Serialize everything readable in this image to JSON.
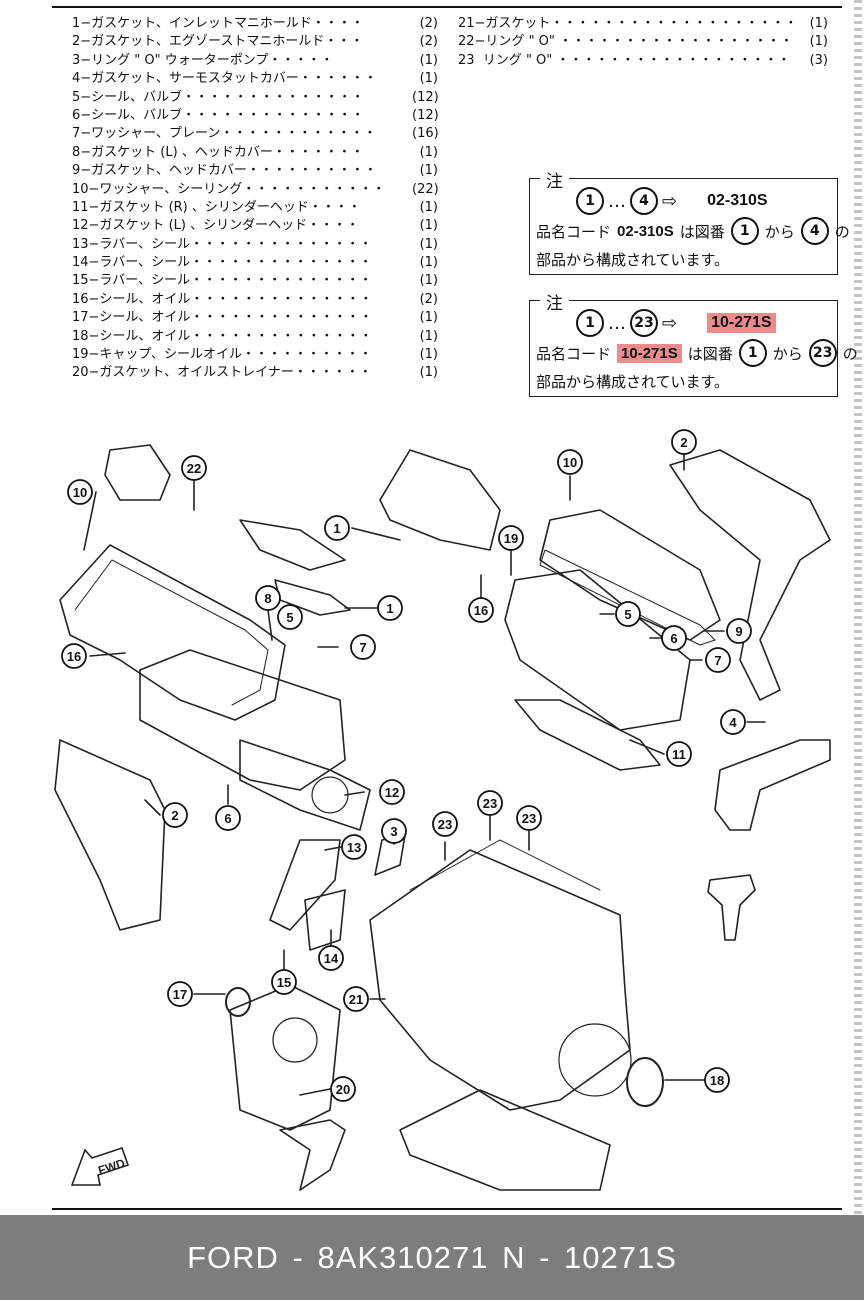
{
  "parts_list": {
    "col1": [
      {
        "text": "1−ガスケット、インレットマニホールド・・・・",
        "qty": "(2)"
      },
      {
        "text": "2−ガスケット、エグゾーストマニホールド・・・",
        "qty": "(2)"
      },
      {
        "text": "3−リング \" O\" ウォーターポンプ・・・・・",
        "qty": "(1)"
      },
      {
        "text": "4−ガスケット、サーモスタットカバー・・・・・・",
        "qty": "(1)"
      },
      {
        "text": "5−シール、バルブ・・・・・・・・・・・・・・",
        "qty": "(12)"
      },
      {
        "text": "6−シール、バルブ・・・・・・・・・・・・・・",
        "qty": "(12)"
      },
      {
        "text": "7−ワッシャー、プレーン・・・・・・・・・・・・",
        "qty": "(16)"
      },
      {
        "text": "8−ガスケット (L) 、ヘッドカバー・・・・・・・",
        "qty": "(1)"
      },
      {
        "text": "9−ガスケット、ヘッドカバー・・・・・・・・・・",
        "qty": "(1)"
      },
      {
        "text": "10−ワッシャー、シーリング・・・・・・・・・・・",
        "qty": "(22)"
      },
      {
        "text": "11−ガスケット (R) 、シリンダーヘッド・・・・",
        "qty": "(1)"
      },
      {
        "text": "12−ガスケット (L) 、シリンダーヘッド・・・・",
        "qty": "(1)"
      },
      {
        "text": "13−ラバー、シール・・・・・・・・・・・・・・",
        "qty": "(1)"
      },
      {
        "text": "14−ラバー、シール・・・・・・・・・・・・・・",
        "qty": "(1)"
      },
      {
        "text": "15−ラバー、シール・・・・・・・・・・・・・・",
        "qty": "(1)"
      },
      {
        "text": "16−シール、オイル・・・・・・・・・・・・・・",
        "qty": "(2)"
      },
      {
        "text": "17−シール、オイル・・・・・・・・・・・・・・",
        "qty": "(1)"
      },
      {
        "text": "18−シール、オイル・・・・・・・・・・・・・・",
        "qty": "(1)"
      },
      {
        "text": "19−キャップ、シールオイル・・・・・・・・・・",
        "qty": "(1)"
      },
      {
        "text": "20−ガスケット、オイルストレイナー・・・・・・",
        "qty": "(1)"
      }
    ],
    "col2": [
      {
        "text": "21−ガスケット・・・・・・・・・・・・・・・・・・・・・・",
        "qty": "(1)"
      },
      {
        "text": "22−リング \" O\" ・・・・・・・・・・・・・・・・・・",
        "qty": "(1)"
      },
      {
        "text": "23  リング \" O\" ・・・・・・・・・・・・・・・・・・",
        "qty": "(3)"
      }
    ]
  },
  "notes": [
    {
      "label": "注",
      "from": "1",
      "dots": "…",
      "to": "4",
      "arrow": "⇨",
      "code": "02-310S",
      "line2_a": "品名コード",
      "line2_b": "は図番",
      "line2_c": "から",
      "line2_d": "の",
      "line3": "部品から構成されています。",
      "highlight": false
    },
    {
      "label": "注",
      "from": "1",
      "dots": "…",
      "to": "23",
      "arrow": "⇨",
      "code": "10-271S",
      "line2_a": "品名コード",
      "line2_b": "は図番",
      "line2_c": "から",
      "line2_d": "の",
      "line3": "部品から構成されています。",
      "highlight": true
    }
  ],
  "callouts": [
    "10",
    "22",
    "10",
    "2",
    "19",
    "16",
    "1",
    "1",
    "8",
    "5",
    "5",
    "7",
    "16",
    "9",
    "6",
    "7",
    "4",
    "11",
    "12",
    "2",
    "6",
    "13",
    "3",
    "23",
    "23",
    "23",
    "14",
    "15",
    "17",
    "21",
    "20",
    "18"
  ],
  "fwd_label": "FWD",
  "footer": {
    "text": "FORD - 8AK310271     N - 10271S"
  },
  "colors": {
    "highlight": "#ea8c8c",
    "footer_bg": "#7d7d7d",
    "footer_text": "#ffffff"
  }
}
